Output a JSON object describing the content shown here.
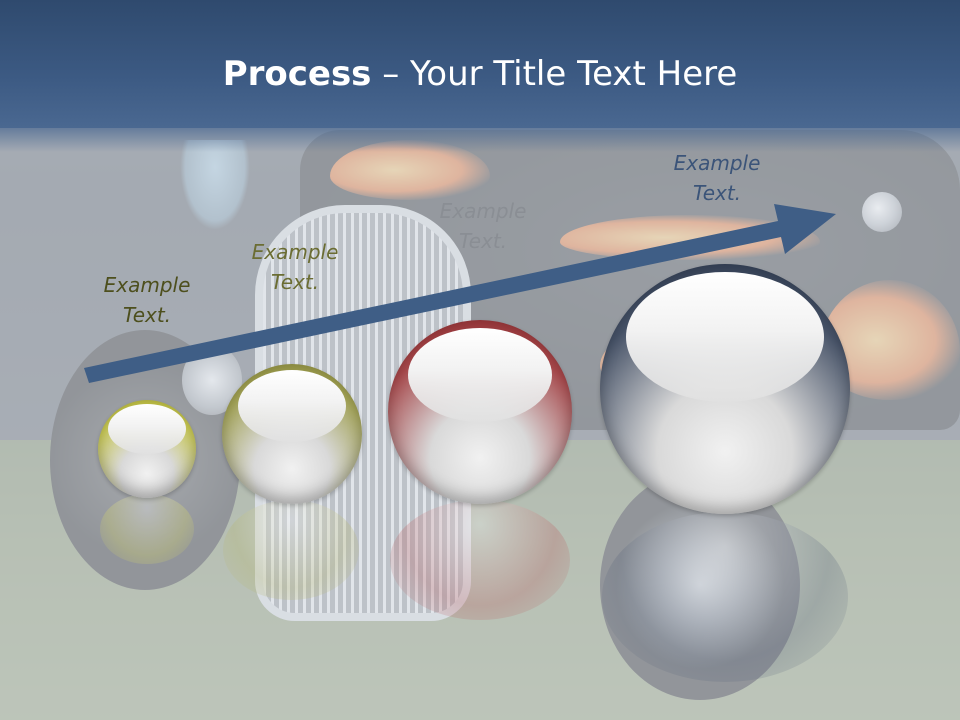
{
  "slide": {
    "title_bold": "Process",
    "title_rest": " – Your Title Text Here"
  },
  "steps": [
    {
      "label": "Example\nText.",
      "color": "#a0a02a",
      "label_color": "#4d4f1d"
    },
    {
      "label": "Example\nText.",
      "color": "#7a7a2d",
      "label_color": "#6b6d33"
    },
    {
      "label": "Example\nText.",
      "color": "#7e1f22",
      "label_color": "#8a8e94"
    },
    {
      "label": "Example\nText.",
      "color": "#1e2a3f",
      "label_color": "#3b5479"
    }
  ],
  "arrow": {
    "color": "#3f5e86"
  }
}
